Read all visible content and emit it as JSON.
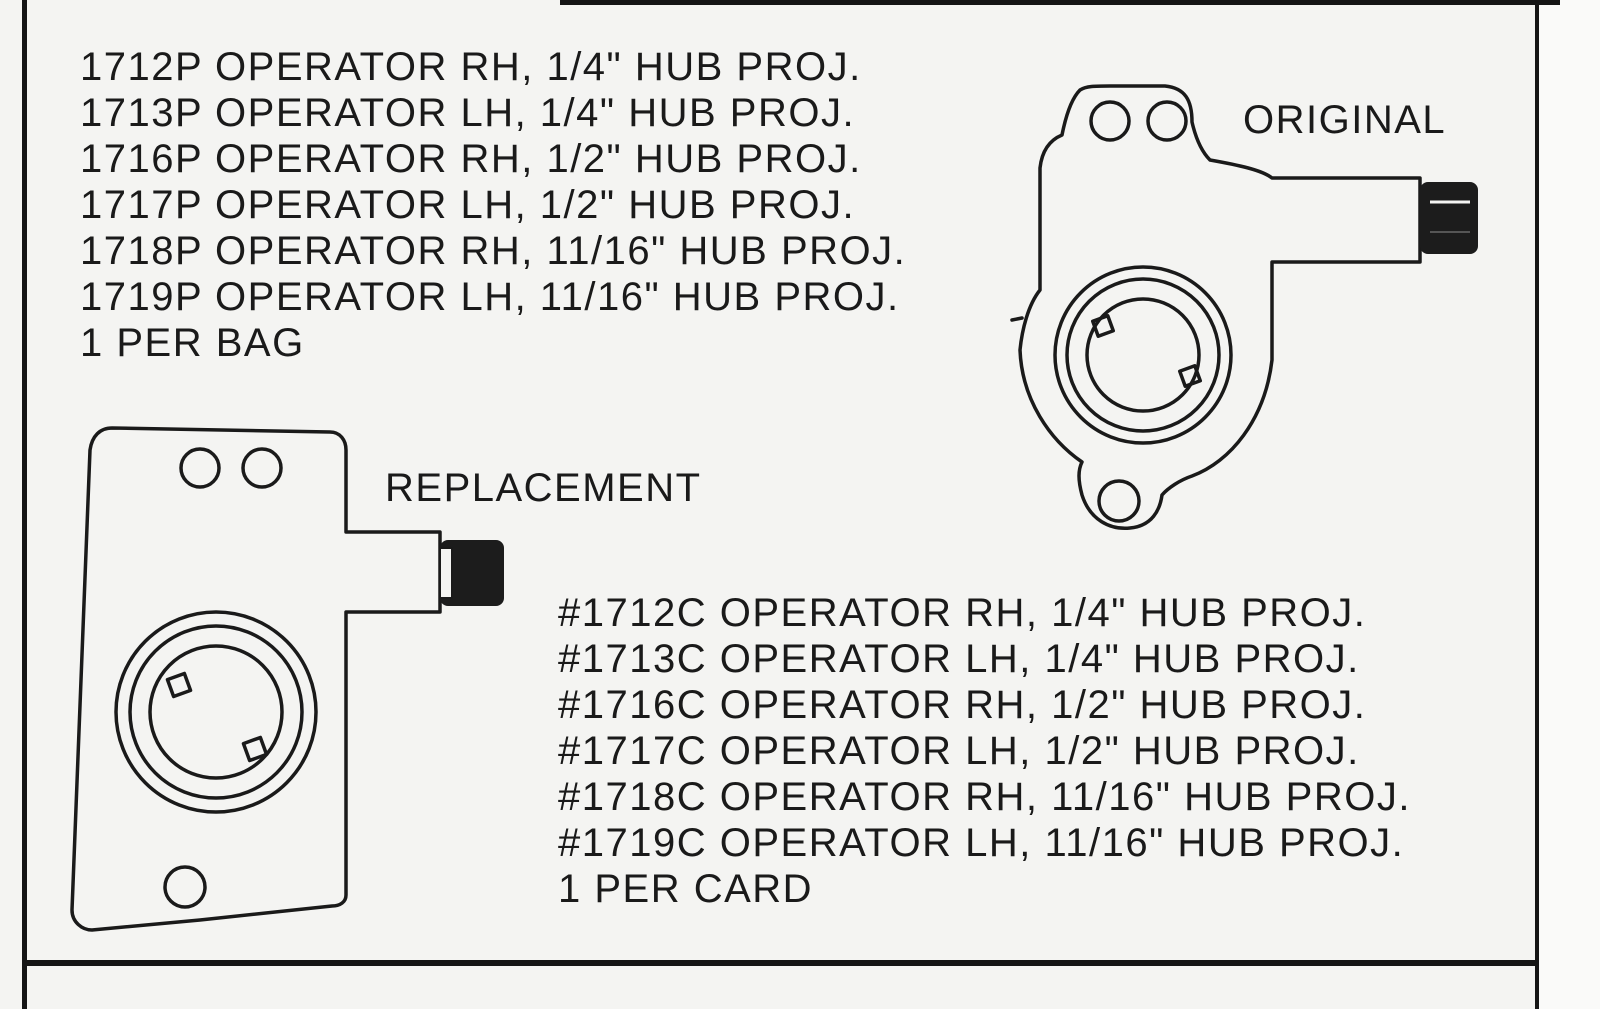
{
  "bag_parts": {
    "items": [
      "1712P OPERATOR RH, 1/4\" HUB PROJ.",
      "1713P OPERATOR LH, 1/4\" HUB PROJ.",
      "1716P OPERATOR RH, 1/2\" HUB PROJ.",
      "1717P OPERATOR LH, 1/2\" HUB PROJ.",
      "1718P OPERATOR RH, 11/16\" HUB PROJ.",
      "1719P OPERATOR LH, 11/16\" HUB PROJ."
    ],
    "quantity": "1 PER BAG"
  },
  "card_parts": {
    "items": [
      "#1712C OPERATOR RH, 1/4\" HUB PROJ.",
      "#1713C OPERATOR LH, 1/4\" HUB PROJ.",
      "#1716C OPERATOR RH, 1/2\" HUB PROJ.",
      "#1717C OPERATOR LH, 1/2\" HUB PROJ.",
      "#1718C OPERATOR RH, 11/16\" HUB PROJ.",
      "#1719C OPERATOR LH, 11/16\" HUB PROJ."
    ],
    "quantity": "1 PER CARD"
  },
  "labels": {
    "original": "ORIGINAL",
    "replacement": "REPLACEMENT"
  }
}
